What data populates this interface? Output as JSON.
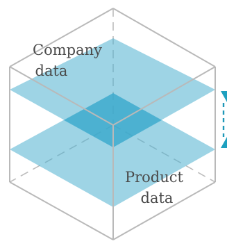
{
  "labels": {
    "top_line1": "Company",
    "top_line2": "data",
    "bottom_line1": "Product",
    "bottom_line2": "data"
  },
  "colors": {
    "plane": "#4fb1d0",
    "overlap": "#2ea4cb",
    "cube_edge": "#b9b9b9",
    "arrow": "#1e98b8",
    "text": "#4a4a4a"
  }
}
